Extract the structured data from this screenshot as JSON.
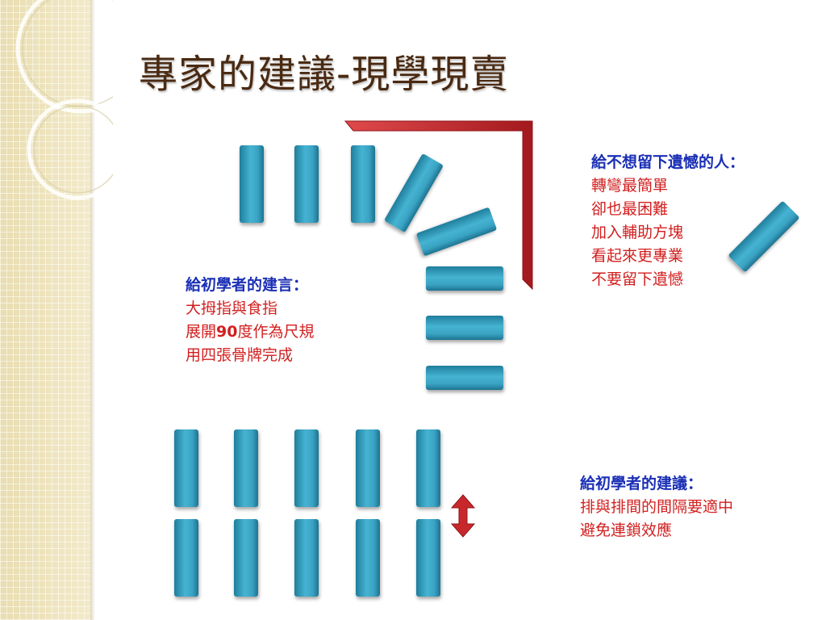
{
  "slide": {
    "title": "專家的建議-現學現賣"
  },
  "note_beginner_tips": {
    "heading": "給初學者的建言：",
    "lines": [
      "大拇指與食指",
      "展開",
      "90",
      "度作為尺規",
      "用四張骨牌完成"
    ]
  },
  "note_regret": {
    "heading": "給不想留下遺憾的人：",
    "lines": [
      "轉彎最簡單",
      "卻也最困難",
      "加入輔助方塊",
      "看起來更專業",
      "不要留下遺憾"
    ]
  },
  "note_spacing": {
    "heading": "給初學者的建議：",
    "lines": [
      "排與排間的間隔要適中",
      "避免連鎖效應"
    ]
  },
  "colors": {
    "tile": "#3aa3c3",
    "ruler": "#c0282c",
    "heading_text": "#1a2fb5",
    "body_text": "#d21f1f",
    "title_text": "#4a2a12"
  }
}
